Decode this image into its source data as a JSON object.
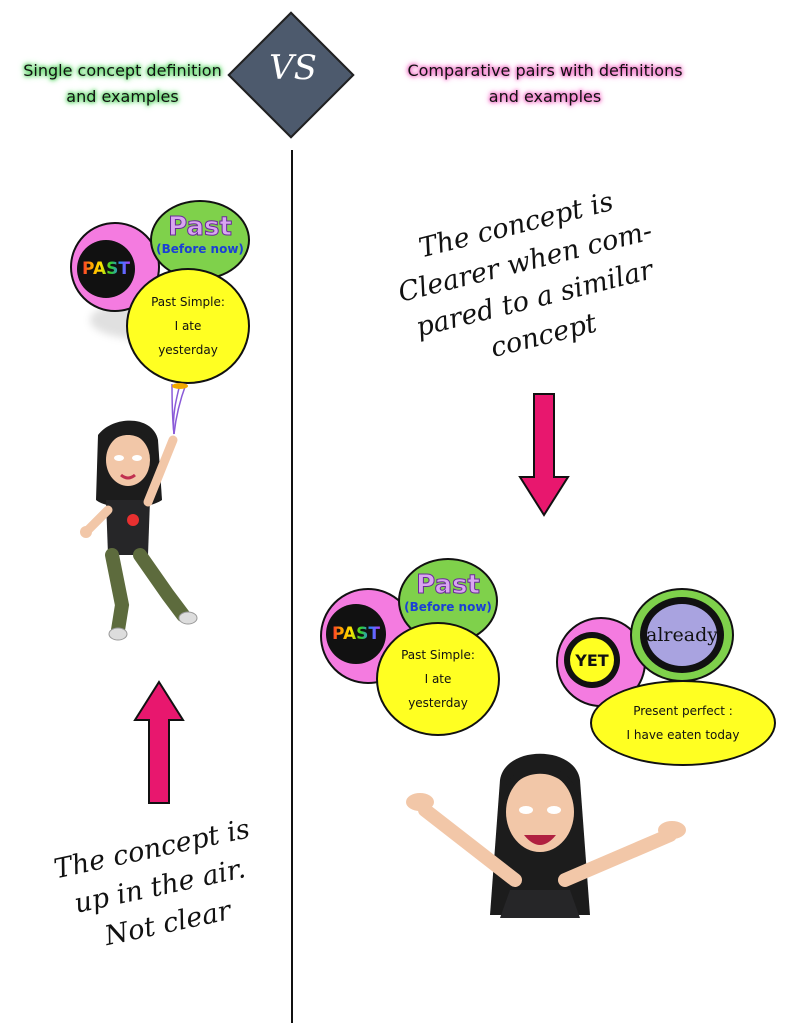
{
  "vs_label": "VS",
  "left": {
    "heading_line1": "Single concept definition",
    "heading_line2": "and examples",
    "balloon_past_badge": "PAST",
    "balloon_past_word": "Past",
    "balloon_before_now": "(Before now)",
    "balloon_line1": "Past Simple:",
    "balloon_line2": "I ate",
    "balloon_line3": "yesterday",
    "caption_line1": "The concept is",
    "caption_line2": "up in the air.",
    "caption_line3": "Not clear"
  },
  "right": {
    "heading_line1": "Comparative pairs with definitions",
    "heading_line2": "and examples",
    "caption_line1": "The concept is",
    "caption_line2": "Clearer when com-",
    "caption_line3": "pared to a similar",
    "caption_line4": "concept",
    "past_group": {
      "badge": "PAST",
      "word": "Past",
      "before_now": "(Before now)",
      "line1": "Past Simple:",
      "line2": "I ate",
      "line3": "yesterday"
    },
    "perfect_group": {
      "yet": "YET",
      "already": "already",
      "line1": "Present perfect :",
      "line2": "I have eaten today"
    }
  },
  "colors": {
    "arrow": "#e8176e",
    "balloon_pink": "#f47be0",
    "balloon_green": "#7fd14b",
    "balloon_yellow": "#ffff22",
    "vs_diamond": "#4d5a6d",
    "already_purple": "#a9a3e0"
  }
}
